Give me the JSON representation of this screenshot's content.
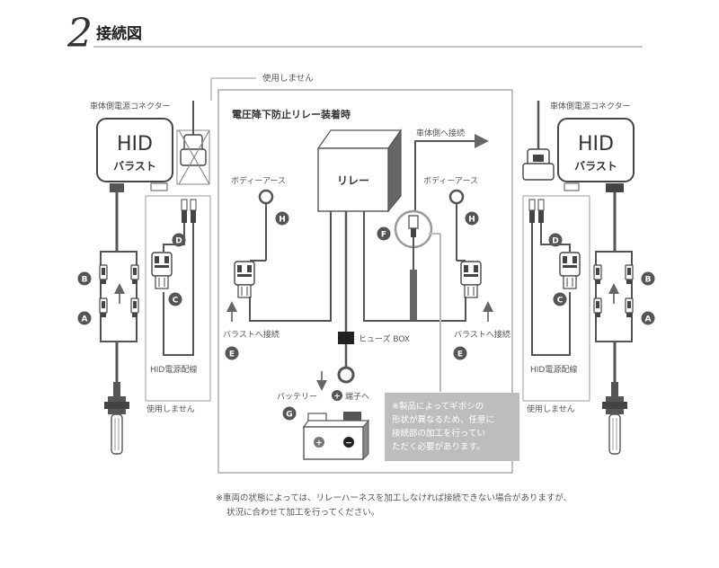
{
  "header": {
    "number": "2",
    "title": "接続図"
  },
  "labels": {
    "unused_top": "使用しません",
    "vehicle_connector": "車体側電源コネクター",
    "hid": "HID",
    "ballast": "バラスト",
    "relay_title": "電圧降下防止リレー装着時",
    "relay": "リレー",
    "to_vehicle": "車体側へ接続",
    "body_earth": "ボディーアース",
    "to_ballast": "バラストへ接続",
    "fuse_box": "ヒューズ BOX",
    "battery": "バッテリー",
    "terminal": "端子へ",
    "hid_power": "HID電源配線",
    "unused": "使用しません",
    "plus": "+",
    "minus": "−"
  },
  "markers": {
    "A": "A",
    "B": "B",
    "C": "C",
    "D": "D",
    "E": "E",
    "F": "F",
    "G": "G",
    "H": "H"
  },
  "note_box": [
    "※製品によってギボシの",
    "形状が異なるため、任意に",
    "接続部の加工を行ってい",
    "ただく必要があります。"
  ],
  "footnote": [
    "※車両の状態によっては、リレーハーネスを加工しなければ接続できない場合がありますが、",
    "状況に合わせて加工を行ってください。"
  ]
}
